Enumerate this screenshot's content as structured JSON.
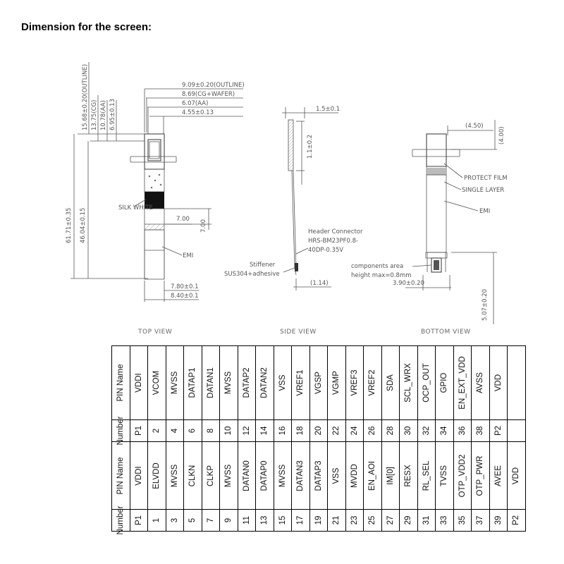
{
  "heading": "Dimension for the screen:",
  "views": {
    "top": {
      "label": "TOP VIEW",
      "dims": {
        "outline": "9.09±0.20(OUTLINE)",
        "cg_wafer": "8.69(CG+WAFER)",
        "aa": "6.07(AA)",
        "w455": "4.55±0.13",
        "h1568": "15.68±0.20(OUTLINE)",
        "h1375": "13.75(CG)",
        "h1078": "10.78(AA)",
        "h695": "6.95±0.13",
        "h6171": "61.71±0.35",
        "h4604": "46.04±0.15",
        "w700a": "7.00",
        "h700b": "7.00",
        "w780": "7.80±0.1",
        "w840": "8.40±0.1",
        "silk": "SILK WHITE",
        "emi": "EMI"
      }
    },
    "side": {
      "label": "SIDE VIEW",
      "dims": {
        "w15": "1.5±0.1",
        "h11": "1.1±0.2",
        "hdr1": "Header Connector",
        "hdr2": "HRS-BM23PF0.8-",
        "hdr3": "40DP-0.35V",
        "stf1": "Stiffener",
        "stf2": "SUS304+adhesive",
        "w114": "(1.14)"
      }
    },
    "bottom": {
      "label": "BOTTOM VIEW",
      "dims": {
        "w450": "(4.50)",
        "h400": "(4.00)",
        "protect": "PROTECT FILM",
        "single": "SINGLE LAYER",
        "emi": "EMI",
        "comp1": "components area",
        "comp2": "height max=0.8mm",
        "w390": "3.90±0.20",
        "h507": "5.07±0.20"
      }
    }
  },
  "pin_table": {
    "header_top": [
      "PIN Name",
      "Number"
    ],
    "header_bottom": [
      "PIN Name",
      "Number"
    ],
    "top_names": [
      "VDDI",
      "VCOM",
      "MVSS",
      "DATAP1",
      "DATAN1",
      "MVSS",
      "DATAP2",
      "DATAN2",
      "VSS",
      "VREF1",
      "VGSP",
      "VGMP",
      "VREF3",
      "VREF2",
      "SDA",
      "SCL_WRX",
      "OCP_OUT",
      "GPIO",
      "EN_EXT_VDD",
      "AVSS",
      "VDD"
    ],
    "top_numbers": [
      "P1",
      "2",
      "4",
      "6",
      "8",
      "10",
      "12",
      "14",
      "16",
      "18",
      "20",
      "22",
      "24",
      "26",
      "28",
      "30",
      "32",
      "34",
      "36",
      "38",
      "P2"
    ],
    "bottom_names": [
      "VDDI",
      "ELVDD",
      "MVSS",
      "CLKN",
      "CLKP",
      "MVSS",
      "DATAN0",
      "DATAP0",
      "MVSS",
      "DATAN3",
      "DATAP3",
      "VSS",
      "MVDD",
      "EN_AOI",
      "IM[0]",
      "RESX",
      "RL_SEL",
      "TVSS",
      "OTP_VDD2",
      "OTP_PWR",
      "AVEE",
      "VDD"
    ],
    "bottom_numbers": [
      "P1",
      "1",
      "3",
      "5",
      "7",
      "9",
      "11",
      "13",
      "15",
      "17",
      "19",
      "21",
      "23",
      "25",
      "27",
      "29",
      "31",
      "33",
      "35",
      "37",
      "39",
      "P2"
    ]
  }
}
